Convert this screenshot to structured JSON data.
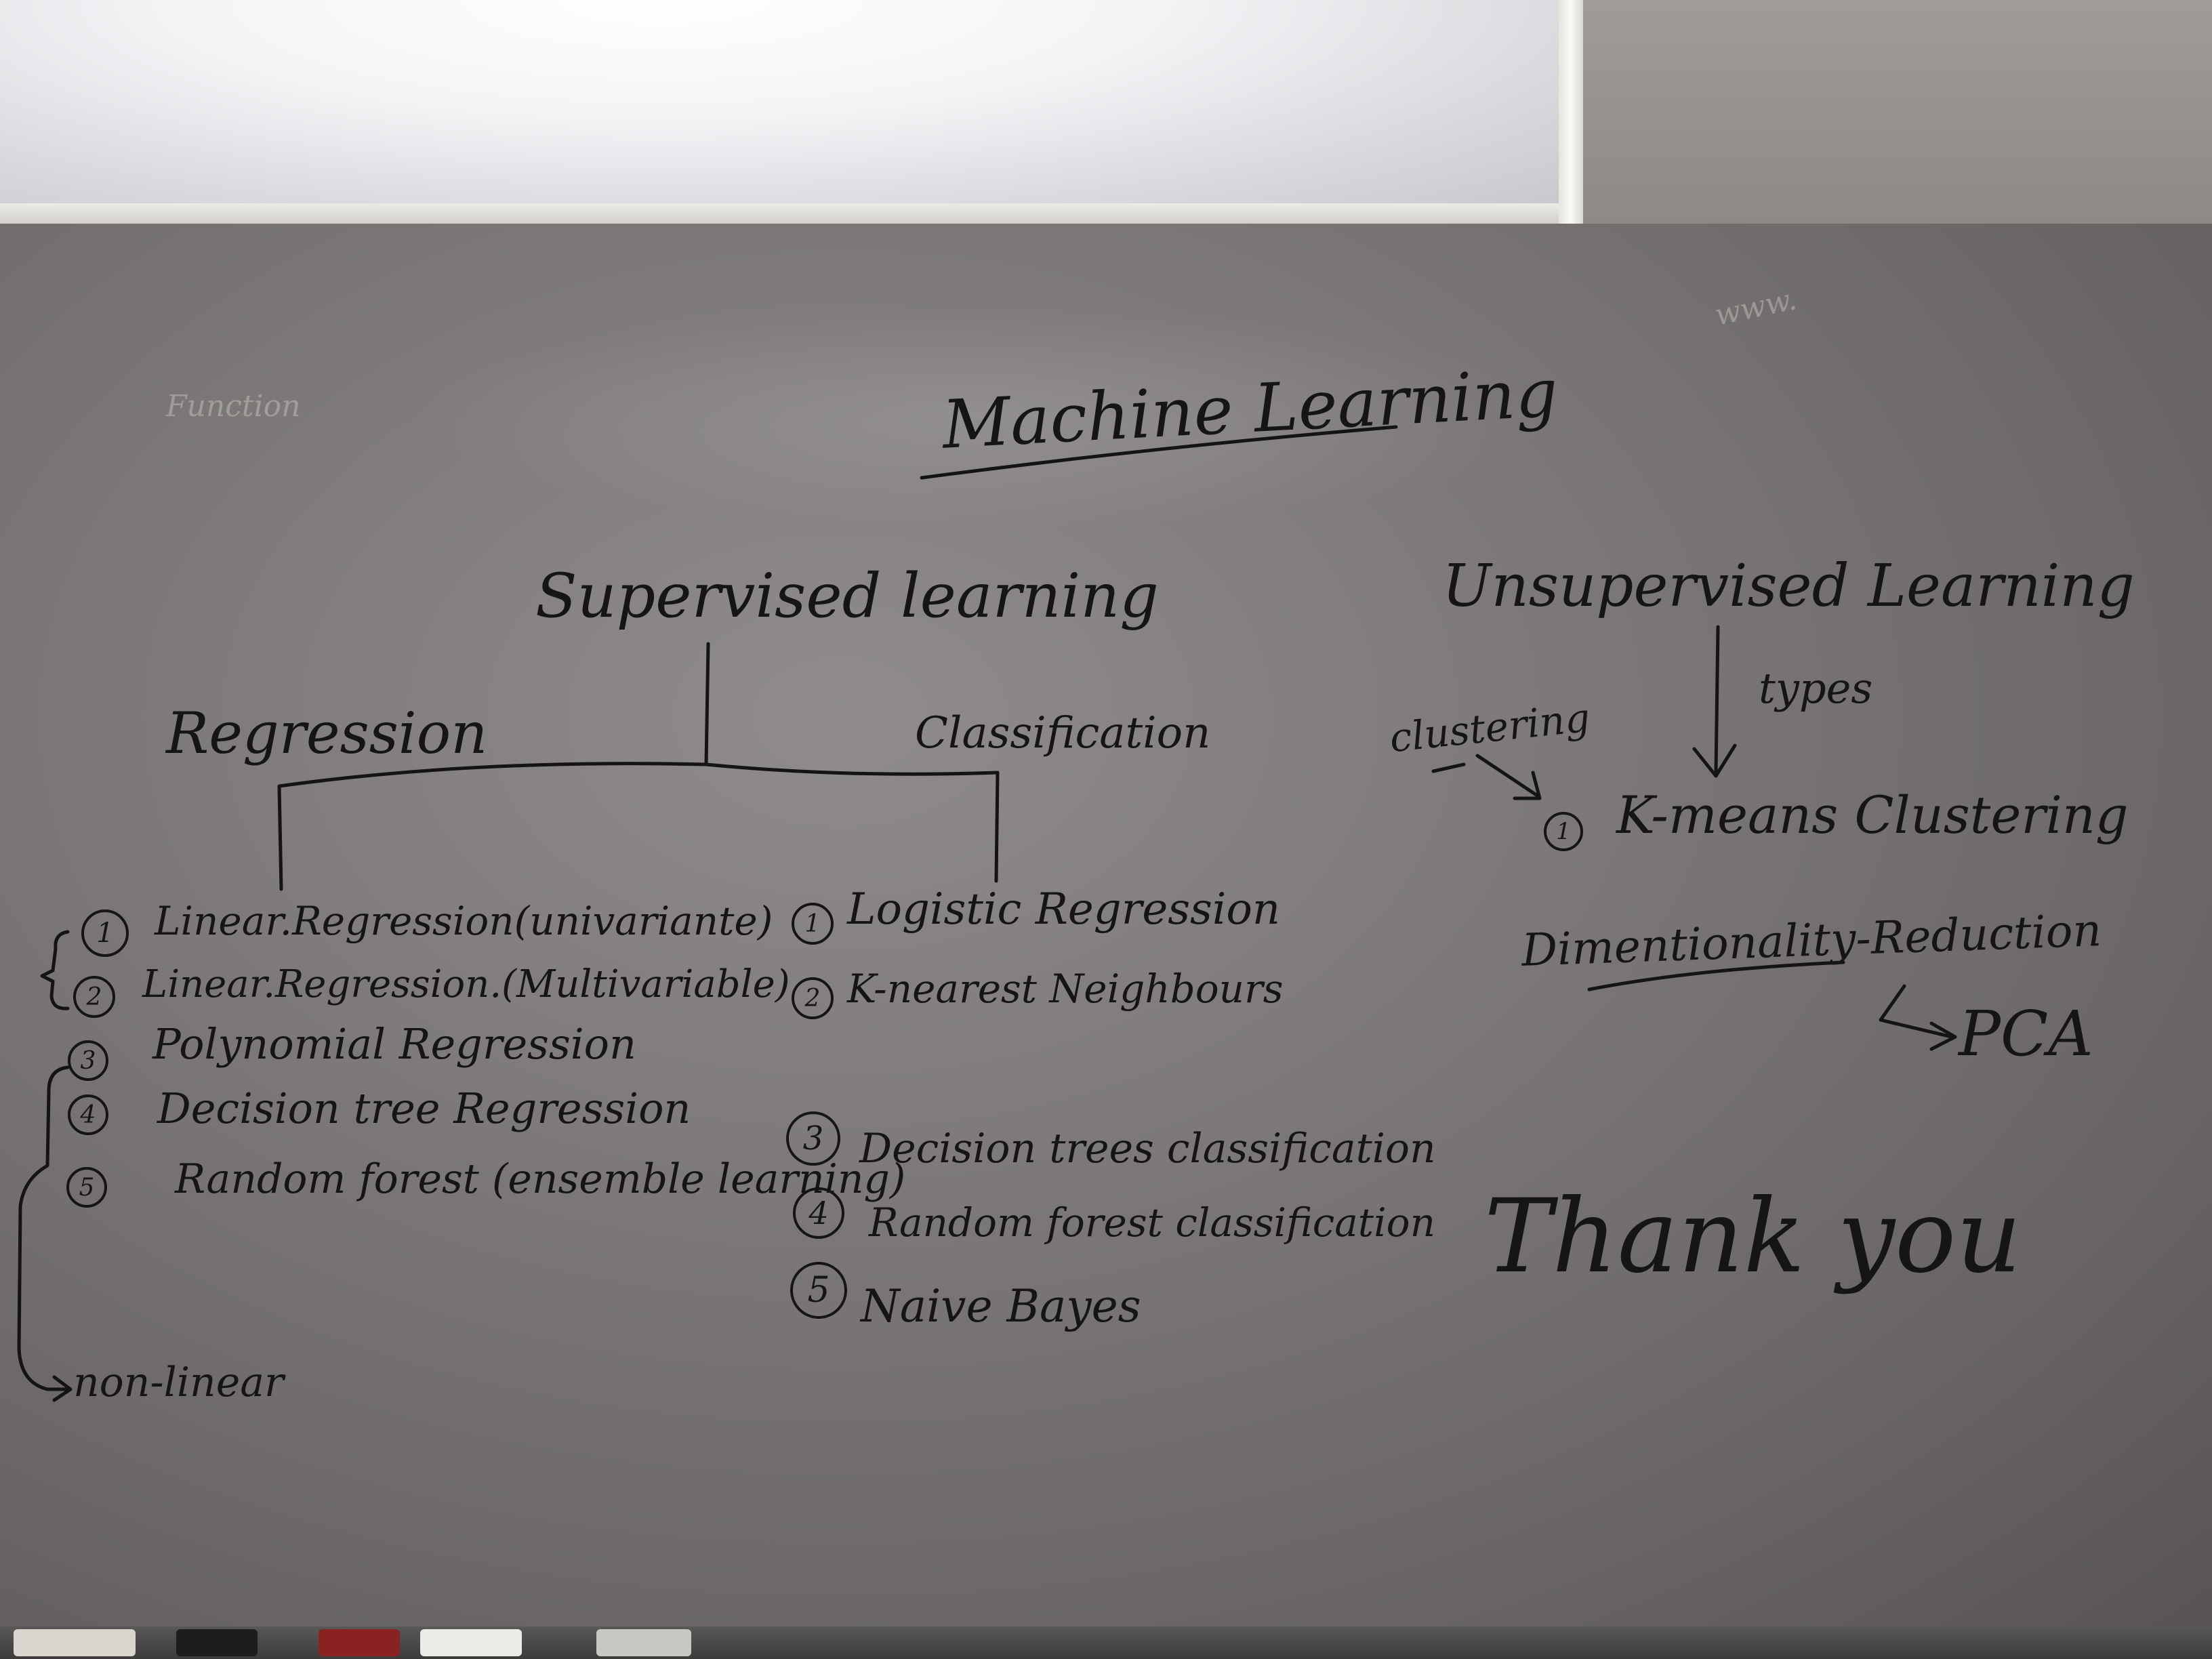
{
  "title": "Machine Learning",
  "supervised": {
    "heading": "Supervised learning",
    "regression": {
      "heading": "Regression",
      "items": [
        {
          "num": "1",
          "label": "Linear.Regression(univariante)"
        },
        {
          "num": "2",
          "label": "Linear.Regression.(Multivariable)"
        },
        {
          "num": "3",
          "label": "Polynomial Regression"
        },
        {
          "num": "4",
          "label": "Decision tree Regression"
        },
        {
          "num": "5",
          "label": "Random forest (ensemble learning)"
        }
      ],
      "nonlinear_note": "non-linear"
    },
    "classification": {
      "heading": "Classification",
      "items": [
        {
          "num": "1",
          "label": "Logistic Regression"
        },
        {
          "num": "2",
          "label": "K-nearest Neighbours"
        },
        {
          "num": "3",
          "label": "Decision trees classification"
        },
        {
          "num": "4",
          "label": "Random forest classification"
        },
        {
          "num": "5",
          "label": "Naive Bayes"
        }
      ]
    }
  },
  "unsupervised": {
    "heading": "Unsupervised Learning",
    "types_label": "types",
    "clustering_label": "clustering",
    "clustering_item": {
      "num": "1",
      "label": "K-means Clustering"
    },
    "dimensionality_label": "Dimentionality-Reduction",
    "pca_label": "PCA"
  },
  "closing": "Thank you",
  "faint_marks": {
    "top_right": "www.",
    "left": "Function"
  },
  "colors": {
    "ink": "#151515",
    "board": "#7d7a79",
    "backlight": "#ffffff"
  }
}
